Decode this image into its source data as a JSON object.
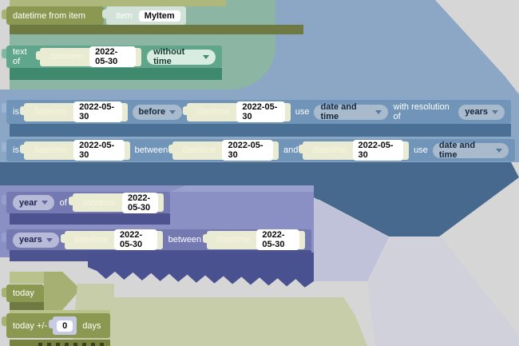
{
  "palette": {
    "background": "#d6d6d6",
    "olive_block": "#8b9852",
    "teal_block": "#60a68c",
    "blue_block": "#7194b9",
    "purple_block": "#7479b2",
    "datetime_socket": "#e9ebd2",
    "item_socket": "#d3e2d9",
    "number_socket": "#c6cae3",
    "field_bg": "#ffffff"
  },
  "rows": {
    "r1": {
      "label": "datetime from item",
      "item_label": "item",
      "item_value": "MyItem"
    },
    "r2": {
      "label": "text of",
      "dt_label": "datetime",
      "dt_value": "2022-05-30",
      "dropdown": "without time"
    },
    "r3": {
      "label_is": "is",
      "dt_label1": "datetime",
      "dt1": "2022-05-30",
      "dd_compare": "before",
      "dt_label2": "datetime",
      "dt2": "2022-05-30",
      "label_use": "use",
      "dd_use": "date and time",
      "label_res": "with resolution of",
      "dd_res": "years"
    },
    "r4": {
      "label_is": "is",
      "dt_label1": "datetime",
      "dt1": "2022-05-30",
      "label_between": "between",
      "dt_label2": "datetime",
      "dt2": "2022-05-30",
      "label_and": "and",
      "dt_label3": "datetime",
      "dt3": "2022-05-30",
      "label_use": "use",
      "dd_use": "date and time"
    },
    "r5": {
      "dd_unit": "year",
      "label_of": "of",
      "dt_label": "datetime",
      "dt": "2022-05-30"
    },
    "r6": {
      "dd_unit": "years",
      "dt_label1": "datetime",
      "dt1": "2022-05-30",
      "label_between": "between",
      "dt_label2": "datetime",
      "dt2": "2022-05-30"
    },
    "r7": {
      "label": "today"
    },
    "r8": {
      "label": "today +/-",
      "value": "0",
      "label_days": "days"
    }
  }
}
